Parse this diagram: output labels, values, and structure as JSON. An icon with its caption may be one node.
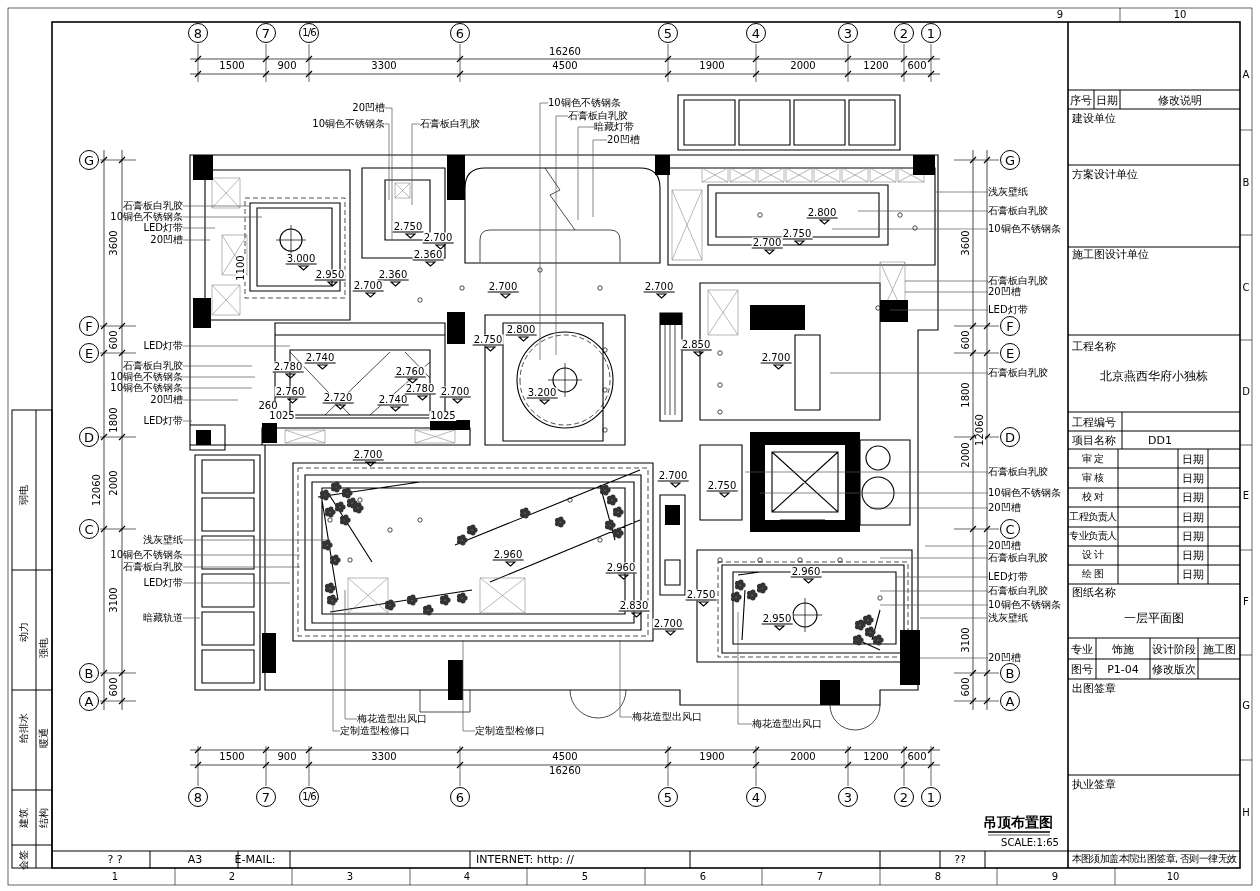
{
  "diagram": {
    "title": "吊顶布置图",
    "nodes": [
      {
        "text": [
          "8"
        ]
      },
      {
        "text": [
          "7"
        ]
      },
      {
        "text": [
          "1/6"
        ]
      },
      {
        "text": [
          "6"
        ]
      },
      {
        "text": [
          "5"
        ]
      },
      {
        "text": [
          "4"
        ]
      },
      {
        "text": [
          "3"
        ]
      },
      {
        "text": [
          "2"
        ]
      },
      {
        "text": [
          "1"
        ]
      },
      {
        "text": [
          "20凹槽"
        ]
      },
      {
        "text": [
          "10铜色不锈钢条"
        ]
      },
      {
        "text": [
          "石膏板白乳胶"
        ]
      },
      {
        "text": [
          "10铜色不锈钢条"
        ]
      },
      {
        "text": [
          "石膏板白乳胶"
        ]
      },
      {
        "text": [
          "暗藏灯带"
        ]
      },
      {
        "text": [
          "20凹槽"
        ]
      },
      {
        "text": [
          "G"
        ]
      },
      {
        "text": [
          "F"
        ]
      },
      {
        "text": [
          "E"
        ]
      },
      {
        "text": [
          "D"
        ]
      },
      {
        "text": [
          "C"
        ]
      },
      {
        "text": [
          "B"
        ]
      },
      {
        "text": [
          "A"
        ]
      },
      {
        "text": [
          "石膏板白乳胶"
        ]
      },
      {
        "text": [
          "10铜色不锈钢条"
        ]
      },
      {
        "text": [
          "LED灯带"
        ]
      },
      {
        "text": [
          "20凹槽"
        ]
      },
      {
        "text": [
          "LED灯带"
        ]
      },
      {
        "text": [
          "石膏板白乳胶"
        ]
      },
      {
        "text": [
          "10铜色不锈钢条"
        ]
      },
      {
        "text": [
          "10铜色不锈钢条"
        ]
      },
      {
        "text": [
          "20凹槽"
        ]
      },
      {
        "text": [
          "LED灯带"
        ]
      },
      {
        "text": [
          "浅灰壁纸"
        ]
      },
      {
        "text": [
          "10铜色不锈钢条"
        ]
      },
      {
        "text": [
          "石膏板白乳胶"
        ]
      },
      {
        "text": [
          "LED灯带"
        ]
      },
      {
        "text": [
          "暗藏轨道"
        ]
      },
      {
        "text": [
          "G"
        ]
      },
      {
        "text": [
          "F"
        ]
      },
      {
        "text": [
          "E"
        ]
      },
      {
        "text": [
          "D"
        ]
      },
      {
        "text": [
          "C"
        ]
      },
      {
        "text": [
          "B"
        ]
      },
      {
        "text": [
          "A"
        ]
      },
      {
        "text": [
          "浅灰壁纸"
        ]
      },
      {
        "text": [
          "石膏板白乳胶"
        ]
      },
      {
        "text": [
          "10铜色不锈钢条"
        ]
      },
      {
        "text": [
          "石膏板白乳胶"
        ]
      },
      {
        "text": [
          "20凹槽"
        ]
      },
      {
        "text": [
          "LED灯带"
        ]
      },
      {
        "text": [
          "石膏板白乳胶"
        ]
      },
      {
        "text": [
          "石膏板白乳胶"
        ]
      },
      {
        "text": [
          "10铜色不锈钢条"
        ]
      },
      {
        "text": [
          "20凹槽"
        ]
      },
      {
        "text": [
          "20凹槽"
        ]
      },
      {
        "text": [
          "石膏板白乳胶"
        ]
      },
      {
        "text": [
          "LED灯带"
        ]
      },
      {
        "text": [
          "石膏板白乳胶"
        ]
      },
      {
        "text": [
          "10铜色不锈钢条"
        ]
      },
      {
        "text": [
          "浅灰壁纸"
        ]
      },
      {
        "text": [
          "20凹槽"
        ]
      },
      {
        "text": [
          "梅花造型出风口"
        ]
      },
      {
        "text": [
          "定制造型检修口"
        ]
      },
      {
        "text": [
          "定制造型检修口"
        ]
      },
      {
        "text": [
          "梅花造型出风口"
        ]
      },
      {
        "text": [
          "梅花造型出风口"
        ]
      },
      {
        "text": [
          "8"
        ]
      },
      {
        "text": [
          "7"
        ]
      },
      {
        "text": [
          "1/6"
        ]
      },
      {
        "text": [
          "6"
        ]
      },
      {
        "text": [
          "5"
        ]
      },
      {
        "text": [
          "4"
        ]
      },
      {
        "text": [
          "3"
        ]
      },
      {
        "text": [
          "2"
        ]
      },
      {
        "text": [
          "1"
        ]
      }
    ],
    "edges": [
      {
        "from": 9,
        "to": null,
        "arrow": "none"
      },
      {
        "from": 10,
        "to": null,
        "arrow": "none"
      },
      {
        "from": 11,
        "to": null,
        "arrow": "none"
      },
      {
        "from": 12,
        "to": null,
        "arrow": "none"
      },
      {
        "from": 13,
        "to": null,
        "arrow": "none"
      },
      {
        "from": 14,
        "to": null,
        "arrow": "none"
      },
      {
        "from": 15,
        "to": null,
        "arrow": "none"
      },
      {
        "from": 23,
        "to": null,
        "arrow": "none"
      },
      {
        "from": 24,
        "to": null,
        "arrow": "none"
      },
      {
        "from": 25,
        "to": null,
        "arrow": "none"
      },
      {
        "from": 26,
        "to": null,
        "arrow": "none"
      },
      {
        "from": 27,
        "to": null,
        "arrow": "none"
      },
      {
        "from": 28,
        "to": null,
        "arrow": "none"
      },
      {
        "from": 29,
        "to": null,
        "arrow": "none"
      },
      {
        "from": 30,
        "to": null,
        "arrow": "none"
      },
      {
        "from": 31,
        "to": null,
        "arrow": "none"
      },
      {
        "from": 32,
        "to": null,
        "arrow": "none"
      },
      {
        "from": 33,
        "to": null,
        "arrow": "none"
      },
      {
        "from": 34,
        "to": null,
        "arrow": "none"
      },
      {
        "from": 35,
        "to": null,
        "arrow": "none"
      },
      {
        "from": 36,
        "to": null,
        "arrow": "none"
      },
      {
        "from": 37,
        "to": null,
        "arrow": "none"
      },
      {
        "from": 45,
        "to": null,
        "arrow": "none"
      },
      {
        "from": 46,
        "to": null,
        "arrow": "none"
      },
      {
        "from": 47,
        "to": null,
        "arrow": "none"
      },
      {
        "from": 48,
        "to": null,
        "arrow": "none"
      },
      {
        "from": 49,
        "to": null,
        "arrow": "none"
      },
      {
        "from": 50,
        "to": null,
        "arrow": "none"
      },
      {
        "from": 51,
        "to": null,
        "arrow": "none"
      },
      {
        "from": 52,
        "to": null,
        "arrow": "none"
      },
      {
        "from": 53,
        "to": null,
        "arrow": "none"
      },
      {
        "from": 54,
        "to": null,
        "arrow": "none"
      },
      {
        "from": 55,
        "to": null,
        "arrow": "none"
      },
      {
        "from": 56,
        "to": null,
        "arrow": "none"
      },
      {
        "from": 57,
        "to": null,
        "arrow": "none"
      },
      {
        "from": 58,
        "to": null,
        "arrow": "none"
      },
      {
        "from": 59,
        "to": null,
        "arrow": "none"
      },
      {
        "from": 60,
        "to": null,
        "arrow": "none"
      },
      {
        "from": 61,
        "to": null,
        "arrow": "none"
      },
      {
        "from": 62,
        "to": null,
        "arrow": "none"
      },
      {
        "from": 63,
        "to": null,
        "arrow": "none"
      },
      {
        "from": 64,
        "to": null,
        "arrow": "none"
      },
      {
        "from": 65,
        "to": null,
        "arrow": "none"
      },
      {
        "from": 66,
        "to": null,
        "arrow": "none"
      }
    ],
    "labels": [
      "16260",
      "1500",
      "900",
      "3300",
      "4500",
      "1900",
      "2000",
      "1200",
      "600",
      "2.800",
      "2.750",
      "2.750",
      "2.700",
      "2.700",
      "2.360",
      "3.000",
      "2.950",
      "2.360",
      "2.700",
      "2.700",
      "2.700",
      "2.800",
      "2.750",
      "2.850",
      "2.740",
      "2.700",
      "2.780",
      "2.760",
      "2.760",
      "2.720",
      "2.740",
      "2.780",
      "2.700",
      "3.200",
      "2.700",
      "2.700",
      "2.750",
      "2.960",
      "2.960",
      "2.960",
      "2.750",
      "2.830",
      "2.700",
      "2.950",
      "1100",
      "260",
      "1025",
      "1025",
      "3600",
      "600",
      "1800",
      "2000",
      "3100",
      "600",
      "12060",
      "3600",
      "600",
      "1800",
      "2000",
      "3100",
      "600",
      "12060",
      "1500",
      "900",
      "3300",
      "4500",
      "1900",
      "2000",
      "1200",
      "600",
      "16260",
      "序号",
      "日期",
      "修改说明",
      "建设单位",
      "方案设计单位",
      "施工图设计单位",
      "工程名称",
      "北京燕西华府小独栋",
      "工程编号",
      "项目名称",
      "DD1",
      "审 定",
      "日期",
      "审 核",
      "日期",
      "校 对",
      "日期",
      "工程负责人",
      "日期",
      "专业负责人",
      "日期",
      "设 计",
      "日期",
      "绘 图",
      "日期",
      "图纸名称",
      "一层平面图",
      "专业",
      "饰施",
      "设计阶段",
      "施工图",
      "图号",
      "P1-04",
      "修改版次",
      "出图签章",
      "执业签章",
      "本图须加盖本院出图签章, 否则一律无效",
      "SCALE:1:65",
      "? ?",
      "A3",
      "E-MAIL:",
      "INTERNET: http: //",
      "??",
      "弱电",
      "动力",
      "强电",
      "给排水",
      "暖通",
      "建筑",
      "结构",
      "会签",
      "9",
      "10",
      "1",
      "2",
      "3",
      "4",
      "5",
      "6",
      "7",
      "8",
      "9",
      "10",
      "A",
      "B",
      "C",
      "D",
      "E",
      "F",
      "G",
      "H"
    ]
  }
}
